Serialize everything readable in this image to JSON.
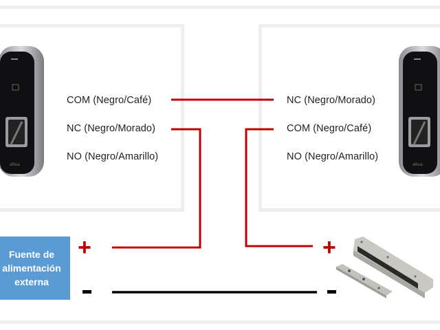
{
  "diagram": {
    "title": "Conexión de lectoras con cerradura electromagnética",
    "left_reader": {
      "terminals": [
        "COM (Negro/Café)",
        "NC (Negro/Morado)",
        "NO (Negro/Amarillo)"
      ]
    },
    "right_reader": {
      "terminals": [
        "NC (Negro/Morado)",
        "COM (Negro/Café)",
        "NO (Negro/Amarillo)"
      ]
    },
    "power_supply": {
      "lines": [
        "Fuente de",
        "alimentación",
        "externa"
      ],
      "color": "#5b9bd5",
      "positive_symbol": "+",
      "negative_symbol": "-"
    },
    "lock": {
      "positive_symbol": "+",
      "negative_symbol": "-"
    },
    "colors": {
      "positive_wire": "#c00000",
      "negative_wire": "#000000",
      "panel_border": "#eeeeee"
    }
  }
}
